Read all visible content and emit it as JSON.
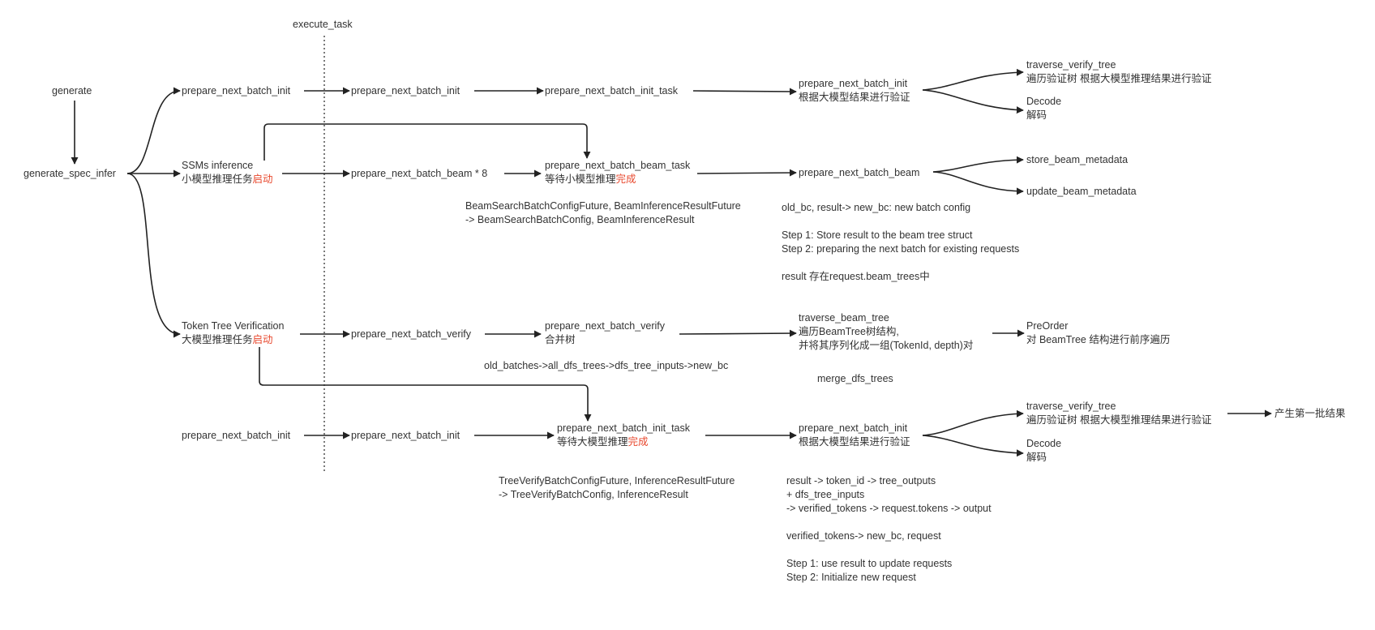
{
  "colors": {
    "text": "#333333",
    "line": "#222222",
    "highlight": "#e8472c",
    "background": "#ffffff"
  },
  "header": {
    "execute_task": "execute_task"
  },
  "nodes": {
    "generate": "generate",
    "generate_spec_infer": "generate_spec_infer",
    "row1": {
      "col1": "prepare_next_batch_init",
      "col2": "prepare_next_batch_init",
      "col3": "prepare_next_batch_init_task",
      "col4_l1": "prepare_next_batch_init",
      "col4_l2": "根据大模型结果进行验证",
      "out_a_l1": "traverse_verify_tree",
      "out_a_l2": "遍历验证树 根据大模型推理结果进行验证",
      "out_b_l1": "Decode",
      "out_b_l2": "解码"
    },
    "row2": {
      "col1_l1": "SSMs inference",
      "col1_l2a": "小模型推理任务",
      "col1_l2b": "启动",
      "col2": "prepare_next_batch_beam * 8",
      "col3_l1": "prepare_next_batch_beam_task",
      "col3_l2a": "等待小模型推理",
      "col3_l2b": "完成",
      "col4": "prepare_next_batch_beam",
      "out_a": "store_beam_metadata",
      "out_b": "update_beam_metadata",
      "note_mid_l1": "BeamSearchBatchConfigFuture, BeamInferenceResultFuture",
      "note_mid_l2": "-> BeamSearchBatchConfig, BeamInferenceResult",
      "note_right": [
        "old_bc, result-> new_bc:  new batch config",
        "",
        "Step 1: Store result to the beam tree struct",
        "Step 2: preparing the next batch for existing requests",
        "",
        "result 存在request.beam_trees中"
      ]
    },
    "row3": {
      "col1_l1": "Token Tree Verification",
      "col1_l2a": "大模型推理任务",
      "col1_l2b": "启动",
      "col2": "prepare_next_batch_verify",
      "col3_l1": "prepare_next_batch_verify",
      "col3_l2": "合并树",
      "col4_l1": "traverse_beam_tree",
      "col4_l2": "遍历BeamTree树结构,",
      "col4_l3": "并将其序列化成一组(TokenId, depth)对",
      "out_l1": "PreOrder",
      "out_l2": "对 BeamTree 结构进行前序遍历",
      "note_mid": "old_batches->all_dfs_trees->dfs_tree_inputs->new_bc",
      "note_right": "merge_dfs_trees"
    },
    "row4": {
      "col1": "prepare_next_batch_init",
      "col2": "prepare_next_batch_init",
      "col3_l1": "prepare_next_batch_init_task",
      "col3_l2a": "等待大模型推理",
      "col3_l2b": "完成",
      "col4_l1": "prepare_next_batch_init",
      "col4_l2": "根据大模型结果进行验证",
      "out_a_l1": "traverse_verify_tree",
      "out_a_l2": "遍历验证树 根据大模型推理结果进行验证",
      "out_b_l1": "Decode",
      "out_b_l2": "解码",
      "final": "产生第一批结果",
      "note_mid_l1": "TreeVerifyBatchConfigFuture, InferenceResultFuture",
      "note_mid_l2": "-> TreeVerifyBatchConfig, InferenceResult",
      "note_right": [
        "result -> token_id -> tree_outputs",
        "+ dfs_tree_inputs",
        "-> verified_tokens -> request.tokens -> output",
        "",
        "verified_tokens-> new_bc, request",
        "",
        "Step 1: use result to update requests",
        "Step 2: Initialize new request"
      ]
    }
  }
}
